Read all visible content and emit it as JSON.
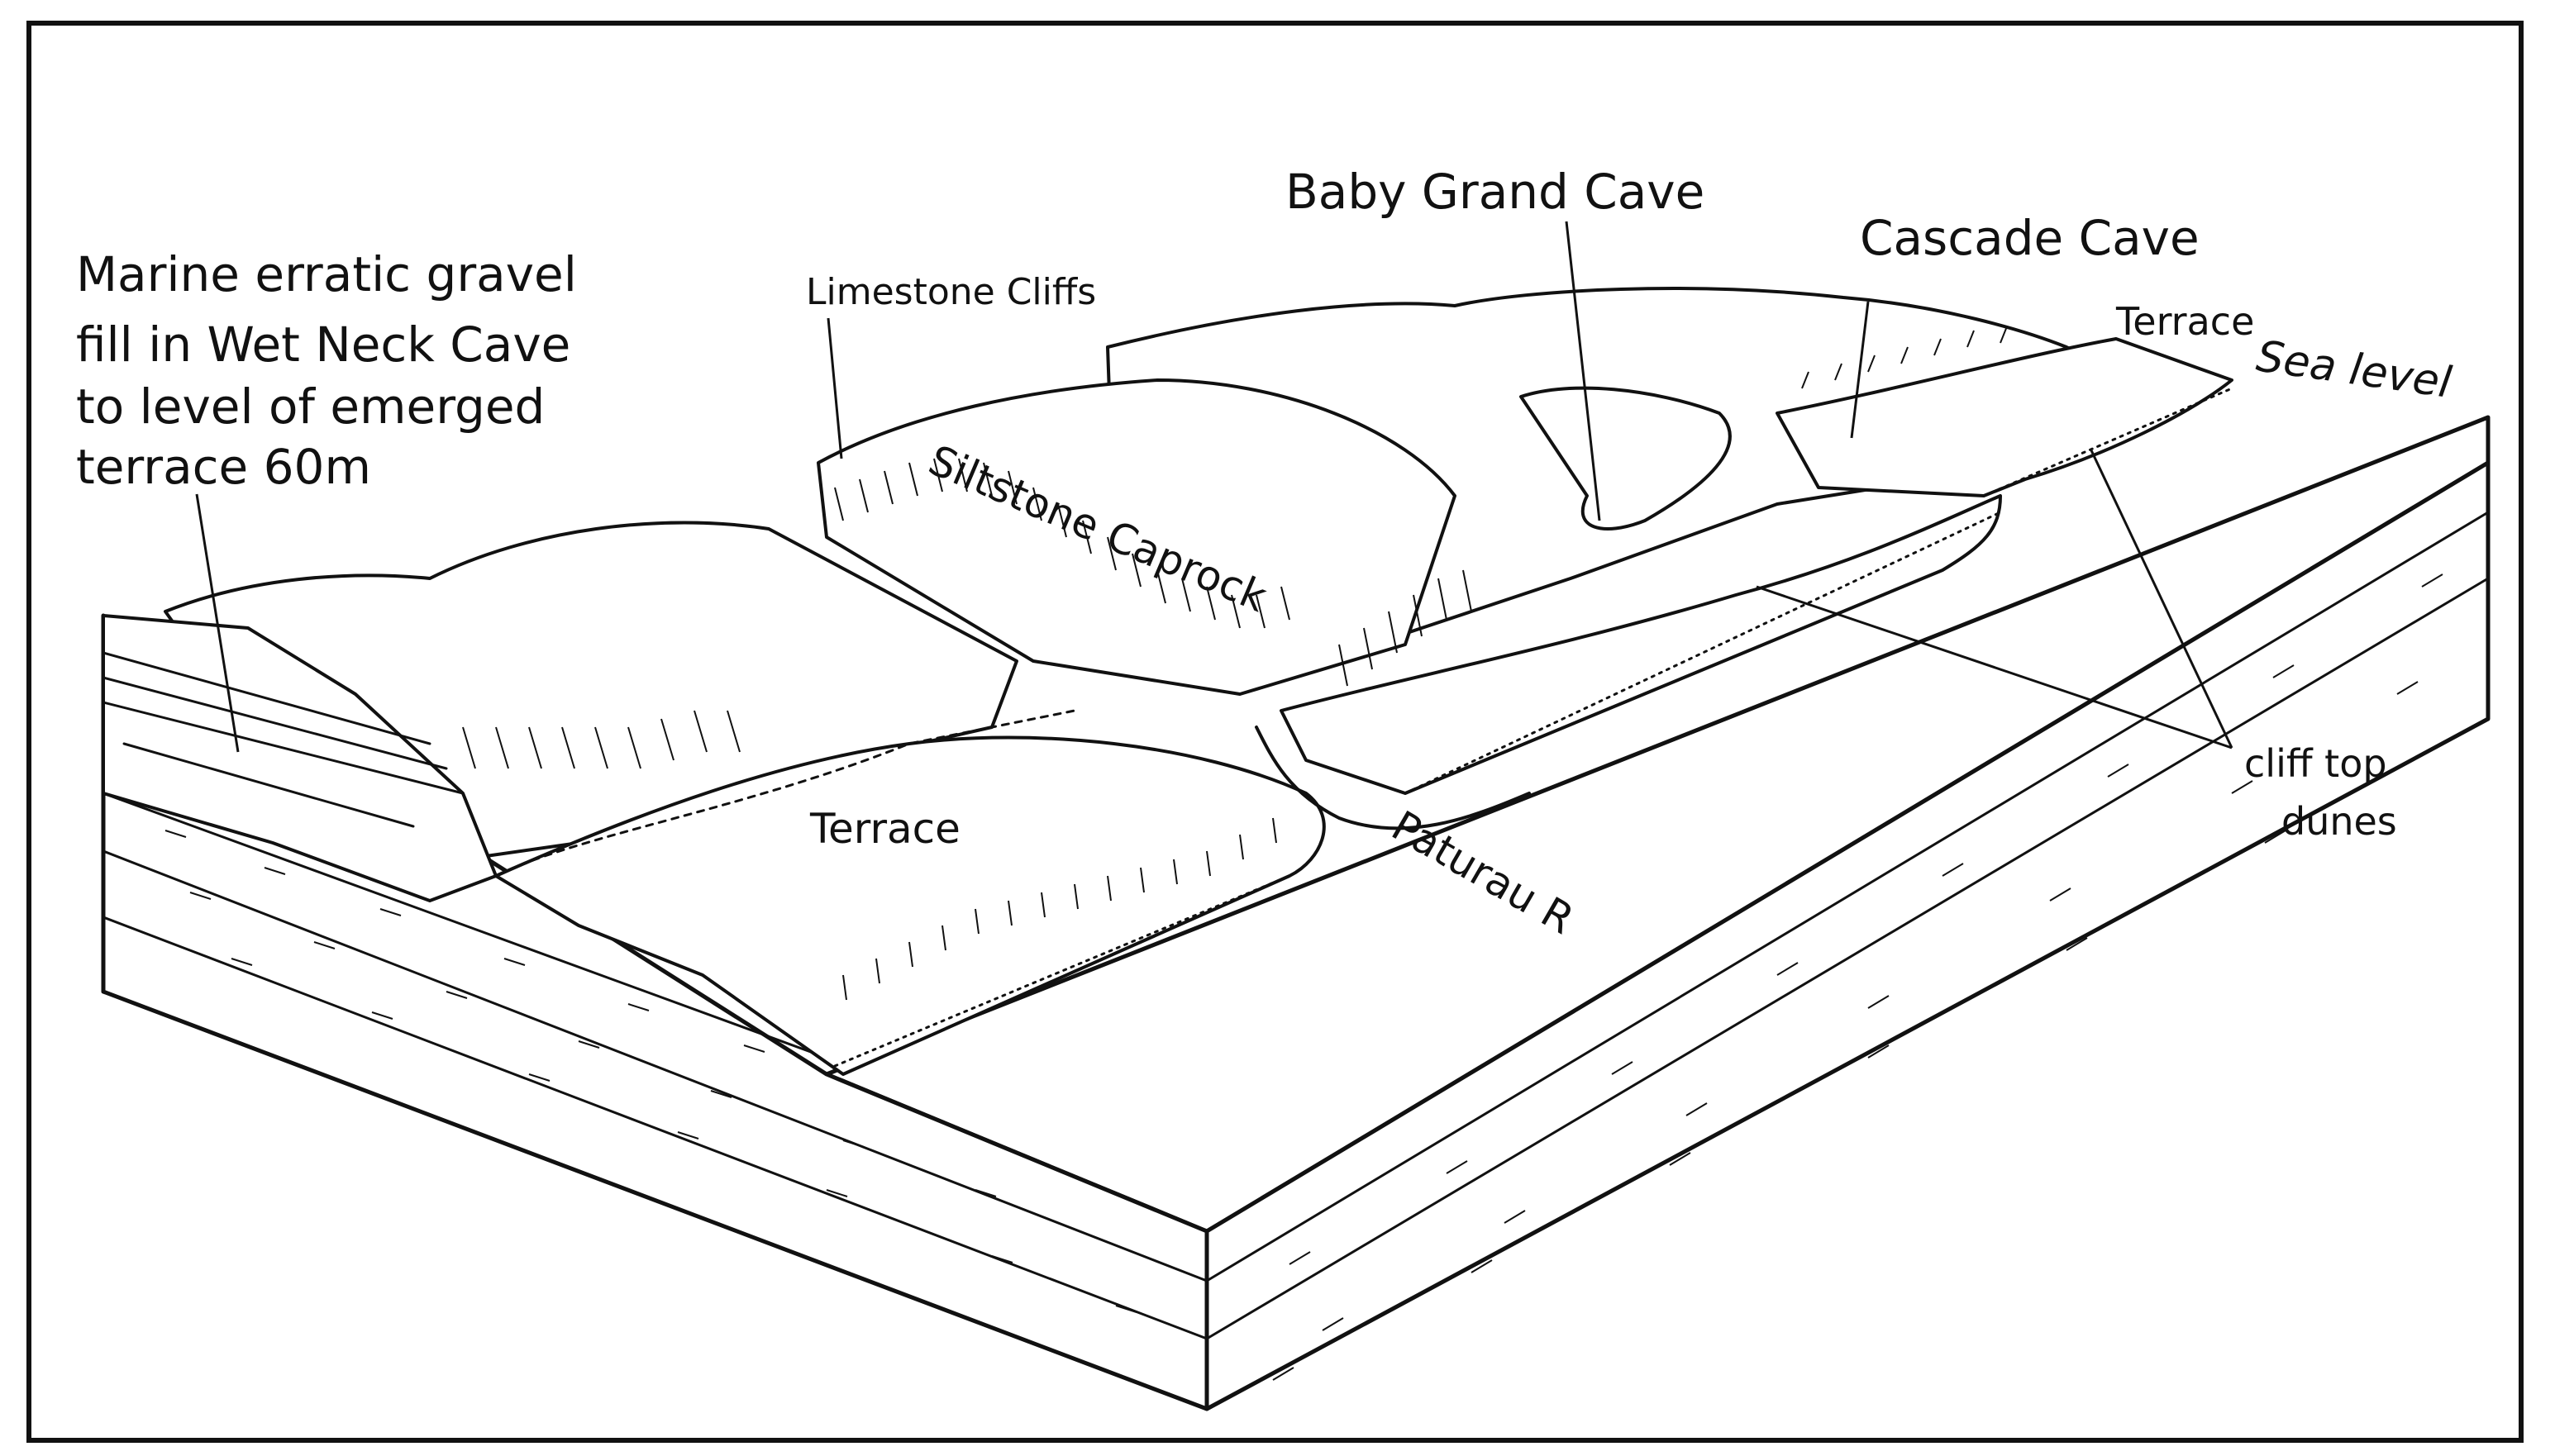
{
  "figure": {
    "labels": {
      "marine_note": [
        "Marine erratic gravel",
        "fill in Wet Neck Cave",
        "to level of emerged",
        "terrace    60m"
      ],
      "limestone_cliffs": "Limestone Cliffs",
      "siltstone_caprock": "Siltstone Caprock",
      "baby_grand_cave": "Baby Grand Cave",
      "cascade_cave": "Cascade Cave",
      "terrace_right": "Terrace",
      "sea_level": "Sea level",
      "terrace_left": "Terrace",
      "paturau_r": "Paturau R",
      "cliff_top_dunes": [
        "cliff top",
        "dunes"
      ]
    }
  }
}
